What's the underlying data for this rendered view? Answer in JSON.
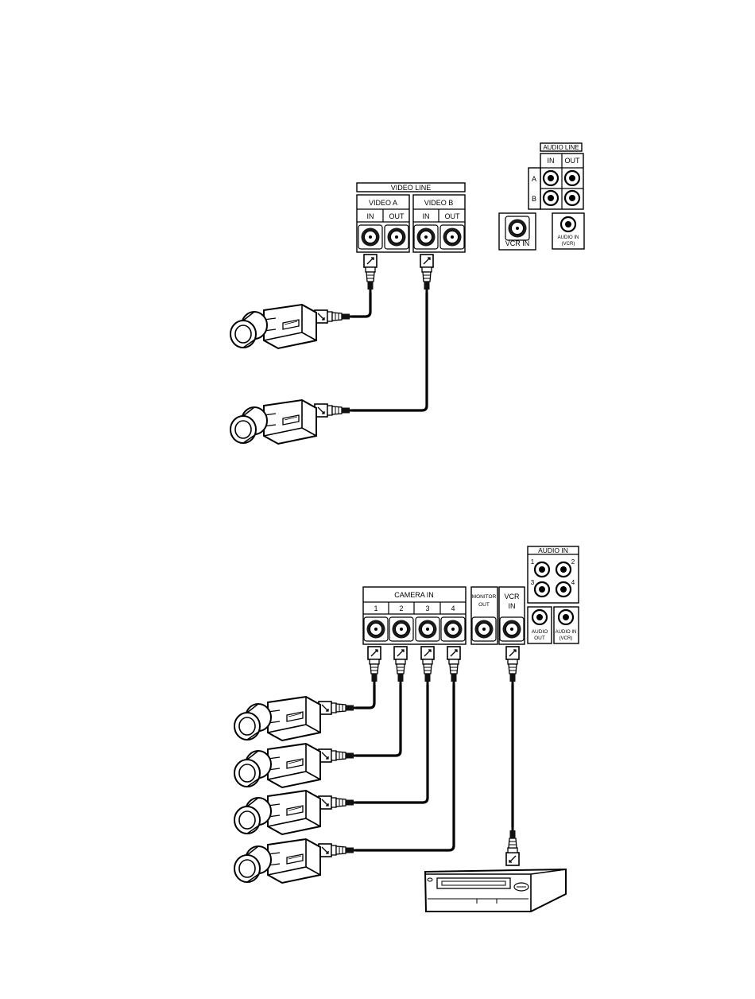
{
  "diagram1": {
    "video_line": {
      "title": "VIDEO LINE",
      "video_a": "VIDEO A",
      "video_b": "VIDEO B",
      "in": "IN",
      "out": "OUT"
    },
    "audio_line": {
      "title": "AUDIO LINE",
      "in": "IN",
      "out": "OUT",
      "row_a": "A",
      "row_b": "B"
    },
    "vcr_in": "VCR IN",
    "audio_in_vcr_1": "AUDIO IN",
    "audio_in_vcr_2": "(VCR)",
    "cameras": 2
  },
  "diagram2": {
    "camera_in": {
      "title": "CAMERA IN",
      "channels": [
        "1",
        "2",
        "3",
        "4"
      ]
    },
    "monitor_out_1": "MONITOR",
    "monitor_out_2": "OUT",
    "vcr_in_1": "VCR",
    "vcr_in_2": "IN",
    "audio_in": {
      "title": "AUDIO IN",
      "n1": "1",
      "n2": "2",
      "n3": "3",
      "n4": "4"
    },
    "audio_out_1": "AUDIO",
    "audio_out_2": "OUT",
    "audio_in_vcr_1": "AUDIO IN",
    "audio_in_vcr_2": "(VCR)",
    "cameras": 4,
    "vcr_device": "vcr-icon"
  }
}
